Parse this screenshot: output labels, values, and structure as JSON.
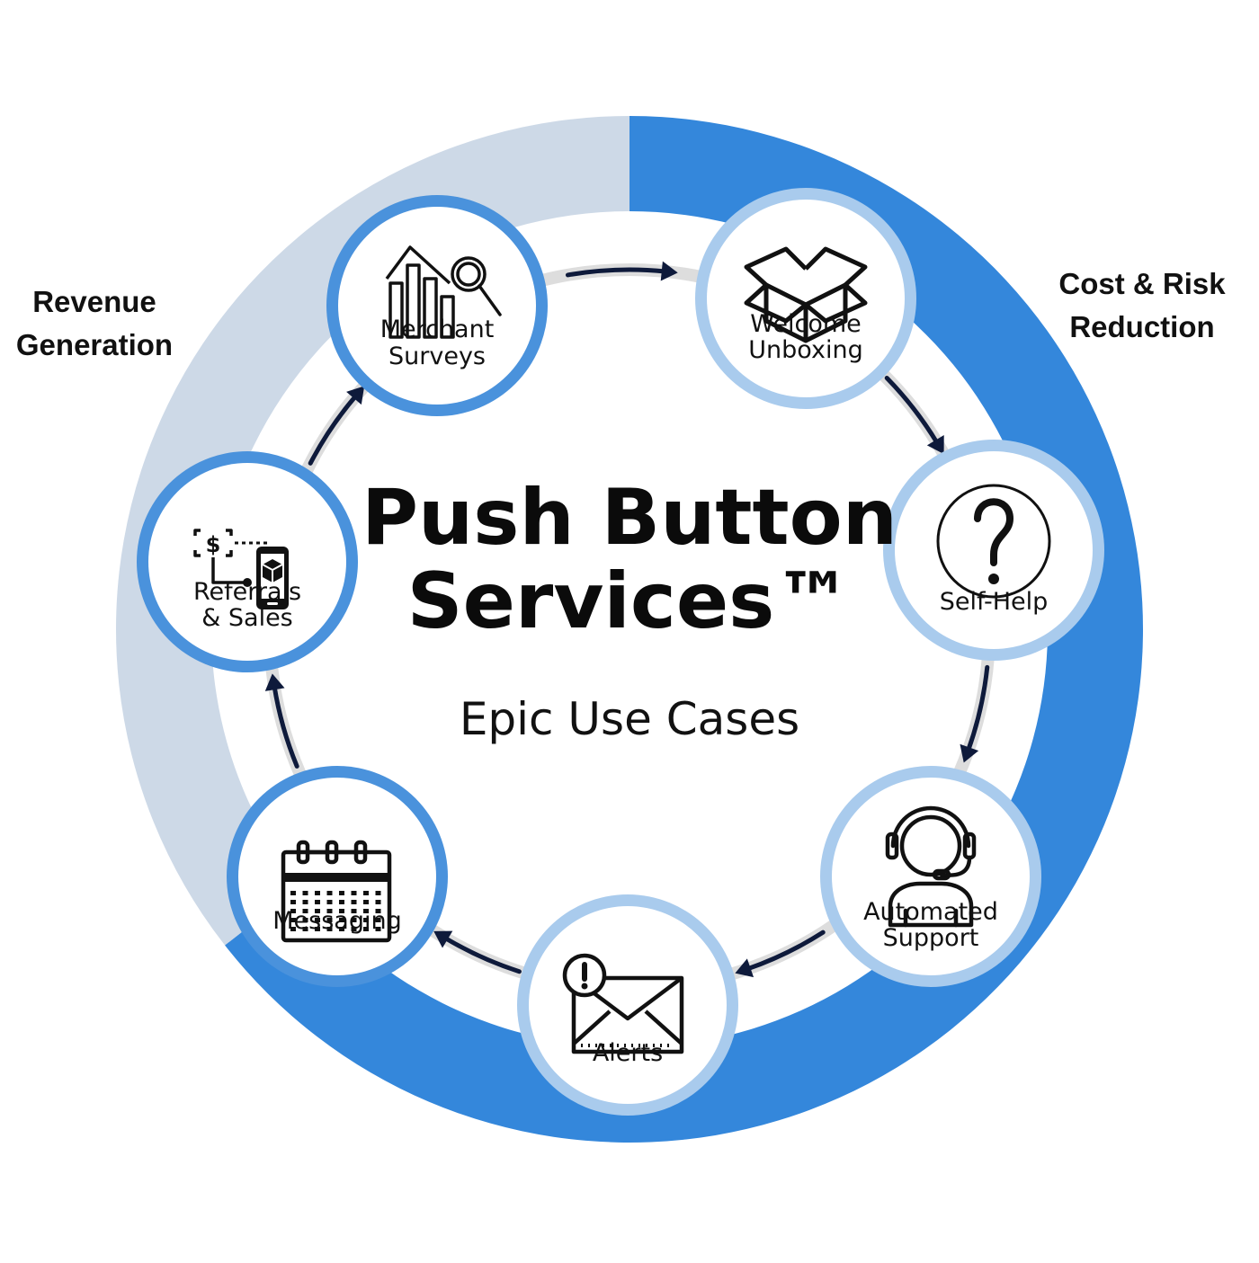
{
  "title": {
    "line1": "Push Button",
    "line2": "Services™",
    "subtitle": "Epic Use Cases"
  },
  "segments": {
    "revenue": {
      "line1": "Revenue",
      "line2": "Generation"
    },
    "cost": {
      "line1": "Cost & Risk",
      "line2": "Reduction"
    }
  },
  "colors": {
    "ring_blue": "#3487db",
    "ring_light": "#cdd9e7",
    "track_gray": "#dddddd",
    "arrow_navy": "#0e1a3b",
    "border_blue": "#4a92dc",
    "border_light": "#a9cbed"
  },
  "nodes": [
    {
      "id": "merchant-surveys",
      "lines": [
        "Merchant",
        "Surveys"
      ],
      "icon": "bar-chart-magnifier-icon",
      "border": "blue"
    },
    {
      "id": "welcome-unboxing",
      "lines": [
        "Welcome",
        "Unboxing"
      ],
      "icon": "open-box-icon",
      "border": "light"
    },
    {
      "id": "self-help",
      "lines": [
        "Self-Help"
      ],
      "icon": "question-mark-icon",
      "border": "light"
    },
    {
      "id": "automated-support",
      "lines": [
        "Automated",
        "Support"
      ],
      "icon": "headset-agent-icon",
      "border": "light"
    },
    {
      "id": "alerts",
      "lines": [
        "Alerts"
      ],
      "icon": "envelope-alert-icon",
      "border": "light"
    },
    {
      "id": "messaging",
      "lines": [
        "Messaging"
      ],
      "icon": "calendar-icon",
      "border": "blue"
    },
    {
      "id": "referrals-sales",
      "lines": [
        "Referrals",
        "& Sales"
      ],
      "icon": "phone-referral-icon",
      "border": "blue"
    }
  ]
}
